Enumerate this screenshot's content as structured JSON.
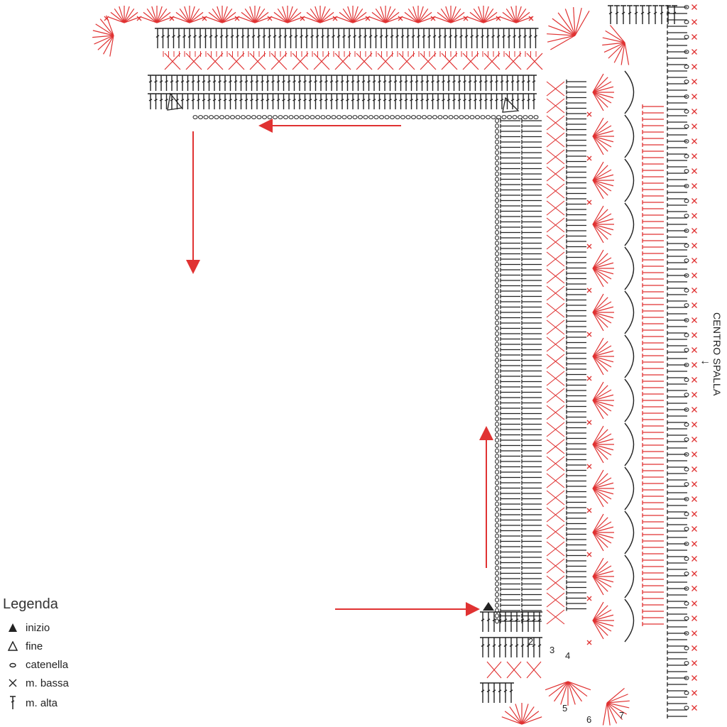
{
  "diagram": {
    "side_label": "CENTRO SPALLA",
    "row_numbers": [
      "2",
      "3",
      "4",
      "5",
      "6",
      "7"
    ],
    "colors": {
      "red": "#e03232",
      "black": "#222222"
    },
    "direction_arrows": [
      "left",
      "down",
      "up",
      "right"
    ]
  },
  "legend": {
    "title": "Legenda",
    "items": [
      {
        "symbol": "filled-triangle",
        "label": "inizio"
      },
      {
        "symbol": "open-triangle",
        "label": "fine"
      },
      {
        "symbol": "chain-oval",
        "label": "catenella"
      },
      {
        "symbol": "x-mark",
        "label": "m. bassa"
      },
      {
        "symbol": "t-mark",
        "label": "m. alta"
      }
    ]
  }
}
